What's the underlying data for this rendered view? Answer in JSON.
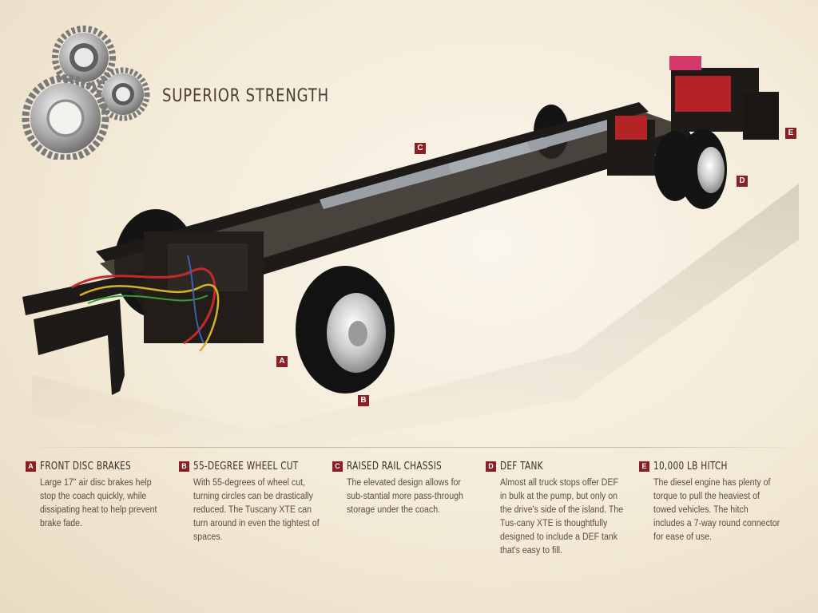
{
  "title": "SUPERIOR STRENGTH",
  "colors": {
    "accent": "#8b1f24",
    "background": "#f3ead7",
    "frame": "#1e1a17",
    "text": "#5b4c42"
  },
  "callouts": [
    "A",
    "B",
    "C",
    "D",
    "E"
  ],
  "features": [
    {
      "letter": "A",
      "title": "FRONT DISC BRAKES",
      "body": "Large 17\" air disc brakes help stop the coach quickly, while dissipating heat to help prevent brake fade."
    },
    {
      "letter": "B",
      "title": "55-DEGREE WHEEL CUT",
      "body": "With 55-degrees of wheel cut, turning circles can be drastically reduced. The Tuscany XTE can turn around in even the tightest of spaces."
    },
    {
      "letter": "C",
      "title": "RAISED RAIL CHASSIS",
      "body": "The elevated design allows for sub-stantial more pass-through storage under the coach."
    },
    {
      "letter": "D",
      "title": "DEF TANK",
      "body": "Almost all truck stops offer DEF in bulk at the pump, but only on the drive's side of the island. The Tus-cany XTE is thoughtfully designed to include a DEF tank that's easy to fill."
    },
    {
      "letter": "E",
      "title": "10,000 LB HITCH",
      "body": "The diesel engine has plenty of torque to pull the heaviest of towed vehicles. The hitch includes a 7-way round connector for ease of use."
    }
  ]
}
